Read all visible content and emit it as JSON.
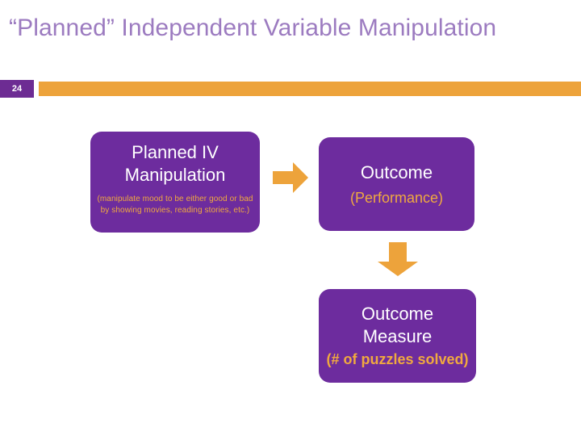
{
  "slide": {
    "title": "“Planned” Independent Variable Manipulation",
    "number": "24",
    "colors": {
      "title_purple": "#9C7BC0",
      "box_purple": "#6D2C9E",
      "badge_purple": "#6D2C93",
      "accent_orange": "#EDA33B",
      "sub_text_orange": "#F0A93F",
      "background": "#FFFFFF"
    }
  },
  "diagram": {
    "boxes": [
      {
        "id": "planned-iv-manipulation",
        "title": "Planned IV\nManipulation",
        "subtitle": "(manipulate mood to be either good or bad by showing movies, reading stories, etc.)"
      },
      {
        "id": "outcome",
        "title": "Outcome",
        "subtitle": "(Performance)"
      },
      {
        "id": "outcome-measure",
        "title": "Outcome\nMeasure",
        "subtitle": "(# of puzzles solved)"
      }
    ],
    "arrows": [
      {
        "id": "arrow-right",
        "direction": "right",
        "color": "#EDA33B"
      },
      {
        "id": "arrow-down",
        "direction": "down",
        "color": "#EDA33B"
      }
    ]
  }
}
